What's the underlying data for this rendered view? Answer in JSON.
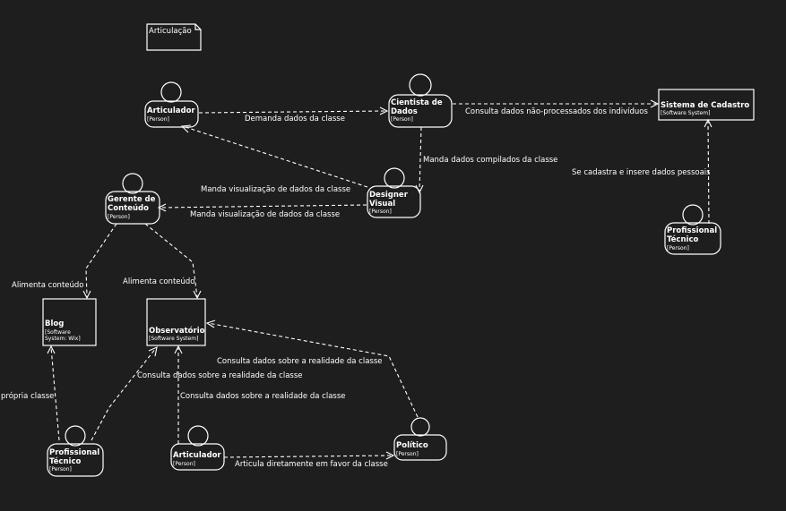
{
  "diagram": {
    "note": "Articulação",
    "nodes": {
      "articulador_top": {
        "title": [
          "Articulador"
        ],
        "type": "[Person]"
      },
      "cientista": {
        "title": [
          "Cientista de",
          "Dados"
        ],
        "type": "[Person]"
      },
      "sistema": {
        "title": [
          "Sistema de Cadastro"
        ],
        "type": "[Software System]"
      },
      "designer": {
        "title": [
          "Designer",
          "Visual"
        ],
        "type": "[Person]"
      },
      "gerente": {
        "title": [
          "Gerente de",
          "Conteúdo"
        ],
        "type": "[Person]"
      },
      "profissional_right": {
        "title": [
          "Profissional",
          "Técnico"
        ],
        "type": "[Person]"
      },
      "blog": {
        "title": [
          "Blog"
        ],
        "type": "[Software System: Wix]"
      },
      "observatorio": {
        "title": [
          "Observatório"
        ],
        "type": "[Software System]"
      },
      "profissional_left": {
        "title": [
          "Profissional",
          "Técnico"
        ],
        "type": "[Person]"
      },
      "articulador_bottom": {
        "title": [
          "Articulador"
        ],
        "type": "[Person]"
      },
      "politico": {
        "title": [
          "Político"
        ],
        "type": "[Person]"
      }
    },
    "edges": {
      "art_cient": "Demanda dados da classe",
      "cient_sis": "Consulta dados não-processados dos indivíduos",
      "cient_des": "Manda dados compilados da classe",
      "des_art": "Manda visualização de dados da classe",
      "des_ger": "Manda visualização de dados da classe",
      "prof_sis": "Se cadastra e insere dados pessoais",
      "ger_blog": "Alimenta conteúdo",
      "ger_obs": "Alimenta conteúdo",
      "prof_blog": "própria classe",
      "prof_obs": "Consulta dados sobre a realidade da classe",
      "art_obs": "Consulta dados sobre a realidade da classe",
      "pol_obs": "Consulta dados sobre a realidade da classe",
      "art_pol": "Articula diretamente em favor da classe"
    }
  }
}
